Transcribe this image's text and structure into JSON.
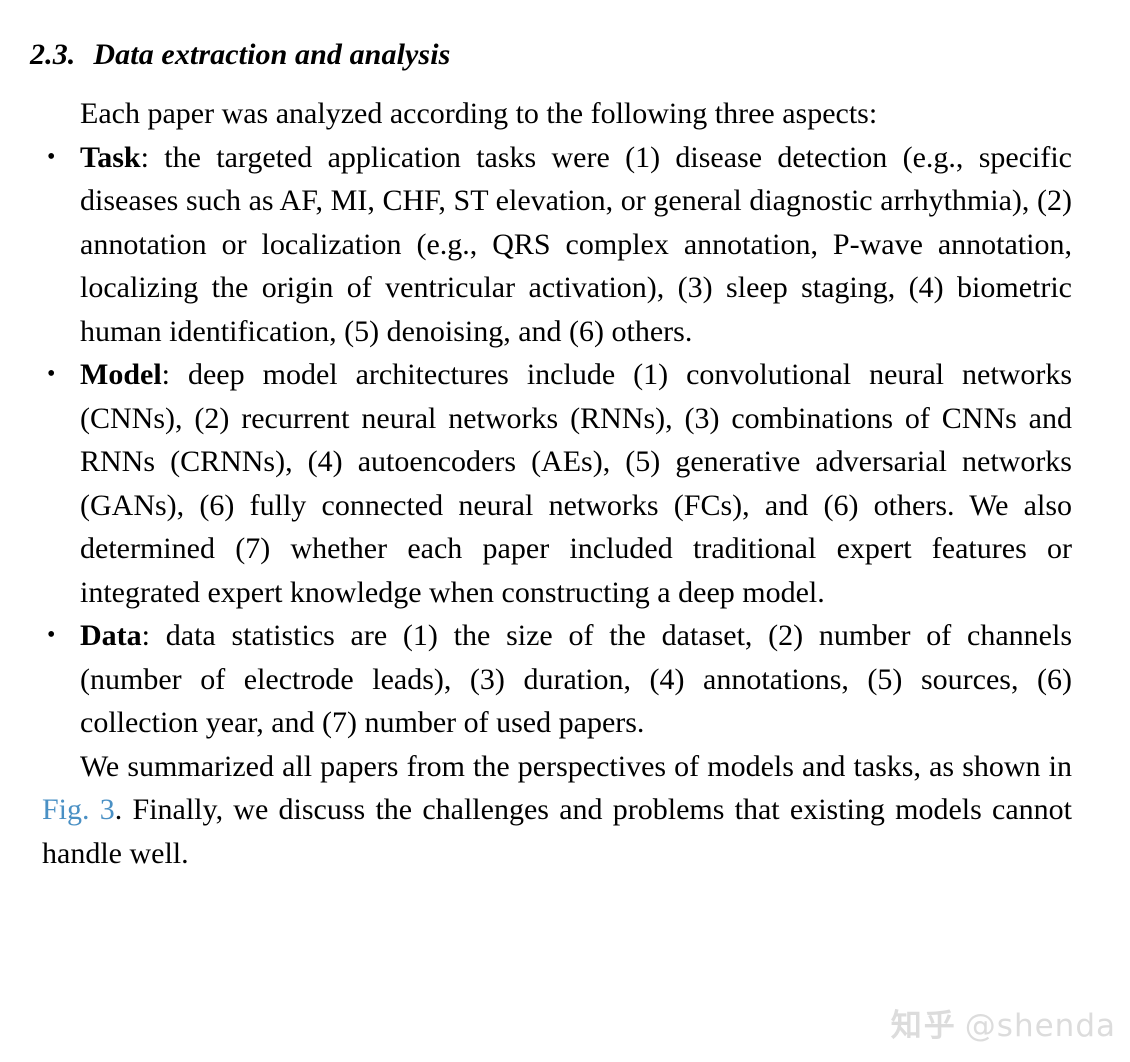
{
  "heading": {
    "number": "2.3.",
    "title": "Data extraction and analysis"
  },
  "intro": {
    "text": "Each paper was analyzed according to the following three aspects:"
  },
  "bullets": [
    {
      "bullet_glyph": "•",
      "label": "Task",
      "separator": ":",
      "text": " the targeted application tasks were (1) disease detection (e.g., specific diseases such as AF, MI, CHF, ST elevation, or general diagnostic arrhythmia), (2) annotation or localization (e.g., QRS complex annotation, P-wave annotation, localizing the origin of ventricular activation), (3) sleep staging, (4) biometric human identification, (5) denoising, and (6) others."
    },
    {
      "bullet_glyph": "•",
      "label": "Model",
      "separator": ":",
      "text": " deep model architectures include (1) convolutional neural networks (CNNs), (2) recurrent neural networks (RNNs), (3) combinations of CNNs and RNNs (CRNNs), (4) autoencoders (AEs), (5) generative adversarial networks (GANs), (6) fully connected neural networks (FCs), and (6) others. We also determined (7) whether each paper included traditional expert features or integrated expert knowledge when constructing a deep model."
    },
    {
      "bullet_glyph": "•",
      "label": "Data",
      "separator": ":",
      "text": " data statistics are (1) the size of the dataset, (2) number of channels (number of electrode leads), (3) duration, (4) annotations, (5) sources, (6) collection year, and (7) number of used papers."
    }
  ],
  "closing": {
    "text_before_link": "We summarized all papers from the perspectives of models and tasks, as shown in ",
    "link_text": "Fig. 3",
    "text_after_link": ". Finally, we discuss the challenges and problems that existing models cannot handle well."
  },
  "watermark": {
    "logo": "知乎",
    "handle": "@shenda"
  },
  "colors": {
    "text": "#000000",
    "link": "#4a90c4",
    "background": "#ffffff",
    "watermark": "#dcdcdc"
  }
}
